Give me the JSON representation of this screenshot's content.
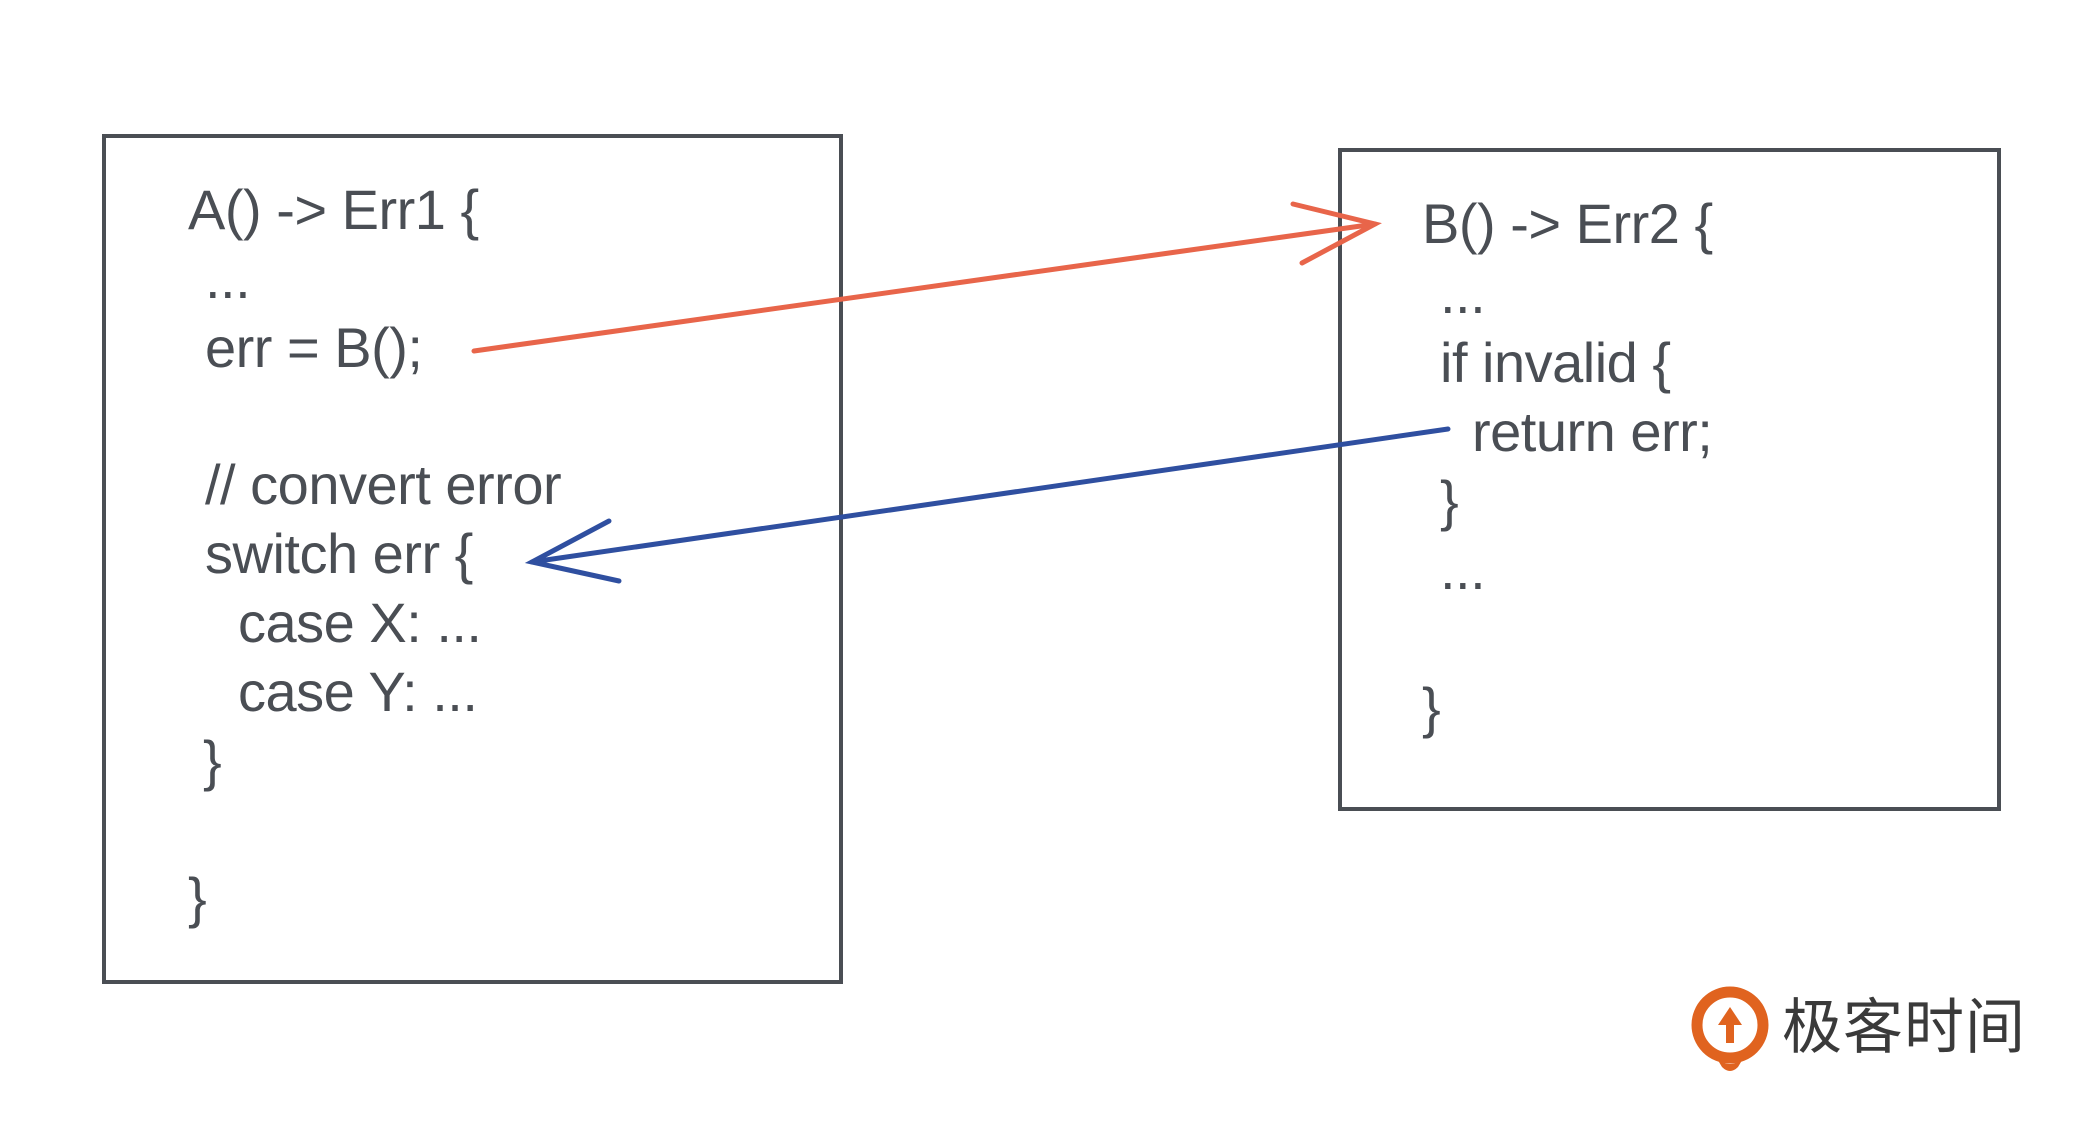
{
  "function_a": {
    "lines": [
      "A() -> Err1 {",
      "...",
      "err = B();",
      "// convert error",
      "switch err {",
      "case X: ...",
      "case Y: ...",
      "}",
      "}"
    ]
  },
  "function_b": {
    "lines": [
      "B() -> Err2 {",
      "...",
      "if invalid {",
      "return err;",
      "}",
      "...",
      "}"
    ]
  },
  "colors": {
    "call_arrow": "#e8654a",
    "return_arrow": "#2f4fa0",
    "box_border": "#4a4e54",
    "text": "#4a4e54",
    "logo_orange": "#e0631f"
  },
  "logo": {
    "text": "极客时间",
    "icon": "geektime-logo-icon"
  }
}
